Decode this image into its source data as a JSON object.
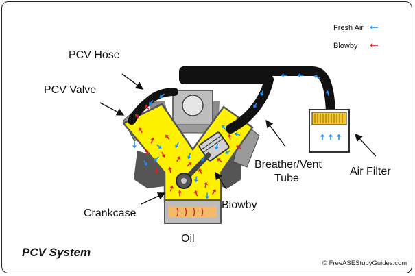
{
  "labels": {
    "pcv_hose": "PCV Hose",
    "pcv_valve": "PCV Valve",
    "breather_line1": "Breather/Vent",
    "breather_line2": "Tube",
    "air_filter": "Air Filter",
    "crankcase": "Crankcase",
    "blowby": "Blowby",
    "oil": "Oil"
  },
  "legend": {
    "fresh_air": "Fresh Air",
    "blowby": "Blowby",
    "fresh_air_color": "#1e90ff",
    "blowby_color": "#e02020"
  },
  "caption": "PCV System",
  "credit": "© FreeASEStudyGuides.com",
  "colors": {
    "crankcase_fill": "#fff200",
    "hose": "#111111",
    "engine_gray": "#8a8a8a",
    "engine_dark": "#4a4a4a"
  }
}
